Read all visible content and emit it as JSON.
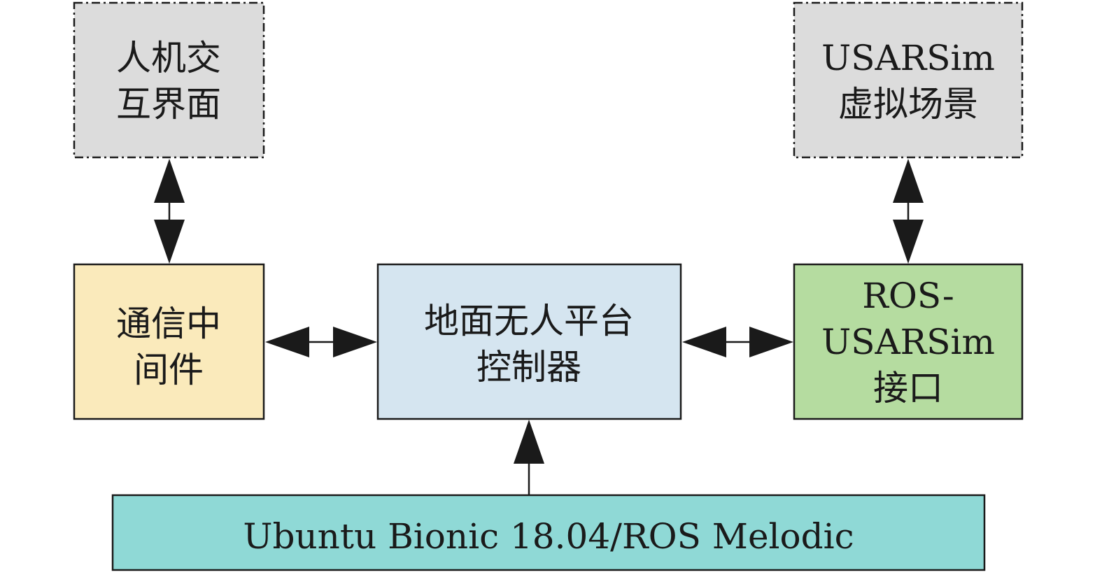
{
  "nodes": {
    "hmi": {
      "lines": [
        "人机交",
        "互界面"
      ],
      "fill": "#dcdcdc",
      "border": "dash-dot"
    },
    "usarsim_scene": {
      "lines": [
        "USARSim",
        "虚拟场景"
      ],
      "fill": "#dcdcdc",
      "border": "dash-dot"
    },
    "middleware": {
      "lines": [
        "通信中",
        "间件"
      ],
      "fill": "#faeabb",
      "border": "solid"
    },
    "controller": {
      "lines": [
        "地面无人平台",
        "控制器"
      ],
      "fill": "#d5e5f0",
      "border": "solid"
    },
    "ros_interface": {
      "lines": [
        "ROS-",
        "USARSim",
        "接口"
      ],
      "fill": "#b5dca0",
      "border": "solid"
    },
    "platform": {
      "lines": [
        "Ubuntu Bionic 18.04/ROS Melodic"
      ],
      "fill": "#8fd9d6",
      "border": "solid"
    }
  },
  "edges": [
    {
      "from": "hmi",
      "to": "middleware",
      "direction": "both"
    },
    {
      "from": "usarsim_scene",
      "to": "ros_interface",
      "direction": "both"
    },
    {
      "from": "middleware",
      "to": "controller",
      "direction": "both"
    },
    {
      "from": "controller",
      "to": "ros_interface",
      "direction": "both"
    },
    {
      "from": "platform",
      "to": "controller",
      "direction": "forward"
    }
  ],
  "colors": {
    "stroke": "#1a1a1a",
    "text": "#1a1a1a"
  }
}
